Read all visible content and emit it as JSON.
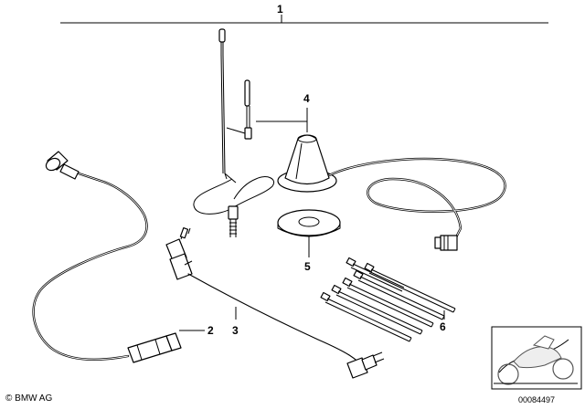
{
  "callouts": {
    "c1": "1",
    "c2": "2",
    "c3": "3",
    "c4": "4",
    "c5": "5",
    "c6": "6"
  },
  "footer": {
    "copyright": "© BMW AG",
    "doc_number": "00084497"
  }
}
